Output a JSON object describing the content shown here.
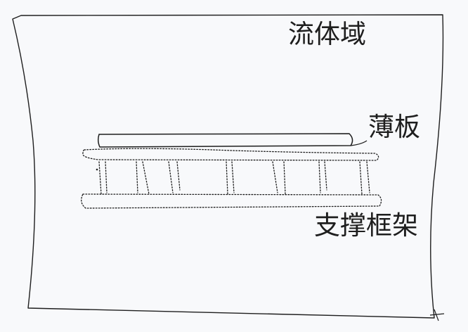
{
  "labels": {
    "fluid_domain": "流体域",
    "thin_plate": "薄板",
    "support_frame": "支撑框架"
  },
  "colors": {
    "background": "#f8f9fb",
    "ink": "#1e1e1e"
  }
}
